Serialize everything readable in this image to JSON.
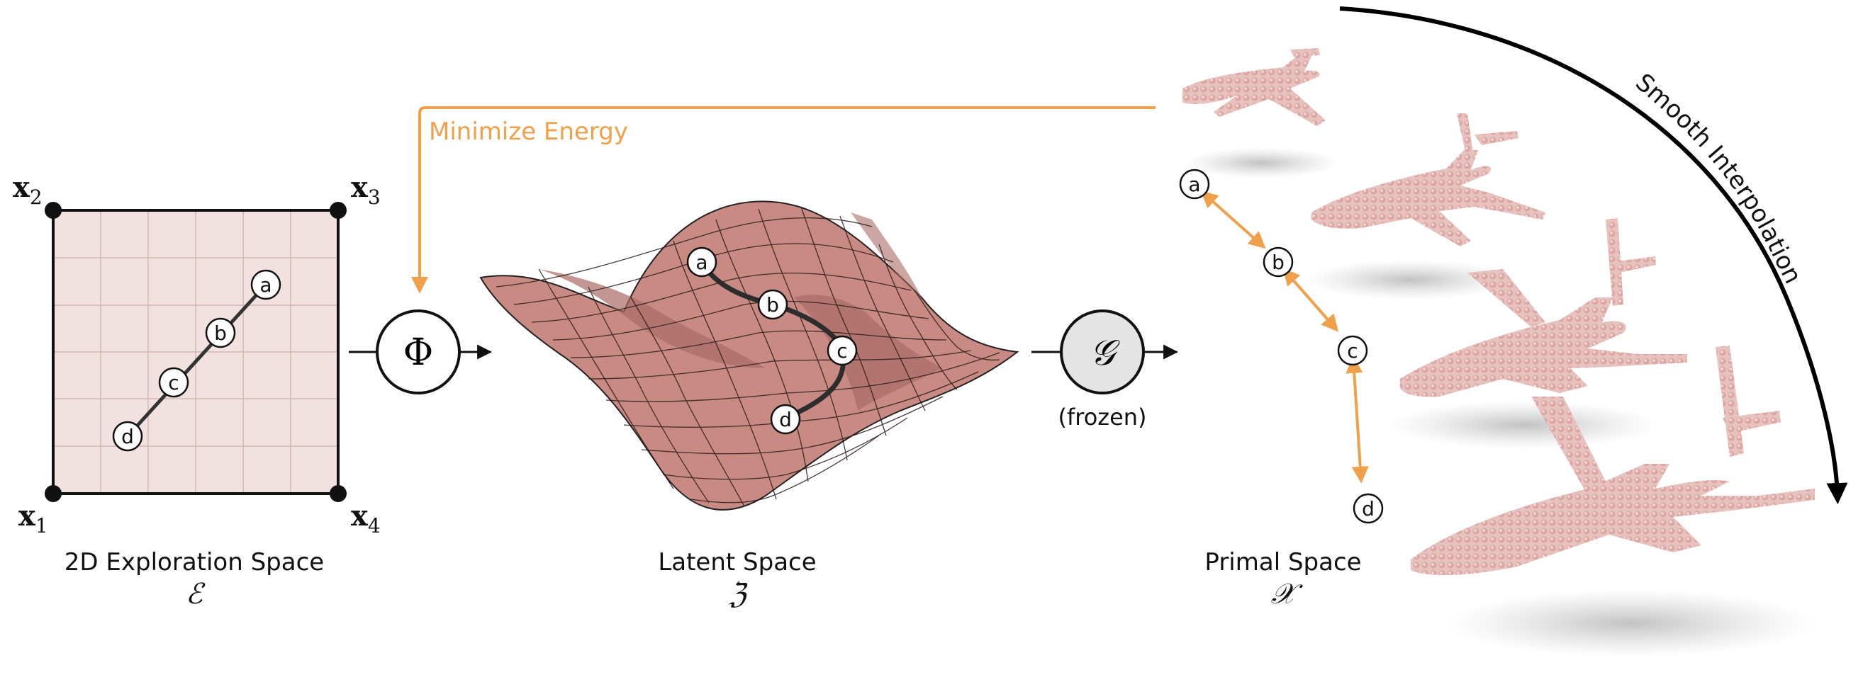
{
  "exploration": {
    "caption": "2D Exploration Space",
    "symbol": "ℰ",
    "corners": [
      {
        "name": "x",
        "sub": "2"
      },
      {
        "name": "x",
        "sub": "3"
      },
      {
        "name": "x",
        "sub": "1"
      },
      {
        "name": "x",
        "sub": "4"
      }
    ],
    "points": [
      "a",
      "b",
      "c",
      "d"
    ]
  },
  "phi": {
    "label": "Φ"
  },
  "feedback": {
    "label": "Minimize Energy",
    "color": "#f0a04b"
  },
  "latent": {
    "caption": "Latent Space",
    "symbol": "ℨ",
    "points": [
      "a",
      "b",
      "c",
      "d"
    ],
    "surface_color": "#c98a83"
  },
  "generator": {
    "label": "𝒢",
    "note": "(frozen)"
  },
  "primal": {
    "caption": "Primal Space",
    "symbol": "𝒳",
    "points": [
      "a",
      "b",
      "c",
      "d"
    ],
    "shape_color": "#e6bcb8"
  },
  "interpolation": {
    "label": "Smooth Interpolation"
  }
}
